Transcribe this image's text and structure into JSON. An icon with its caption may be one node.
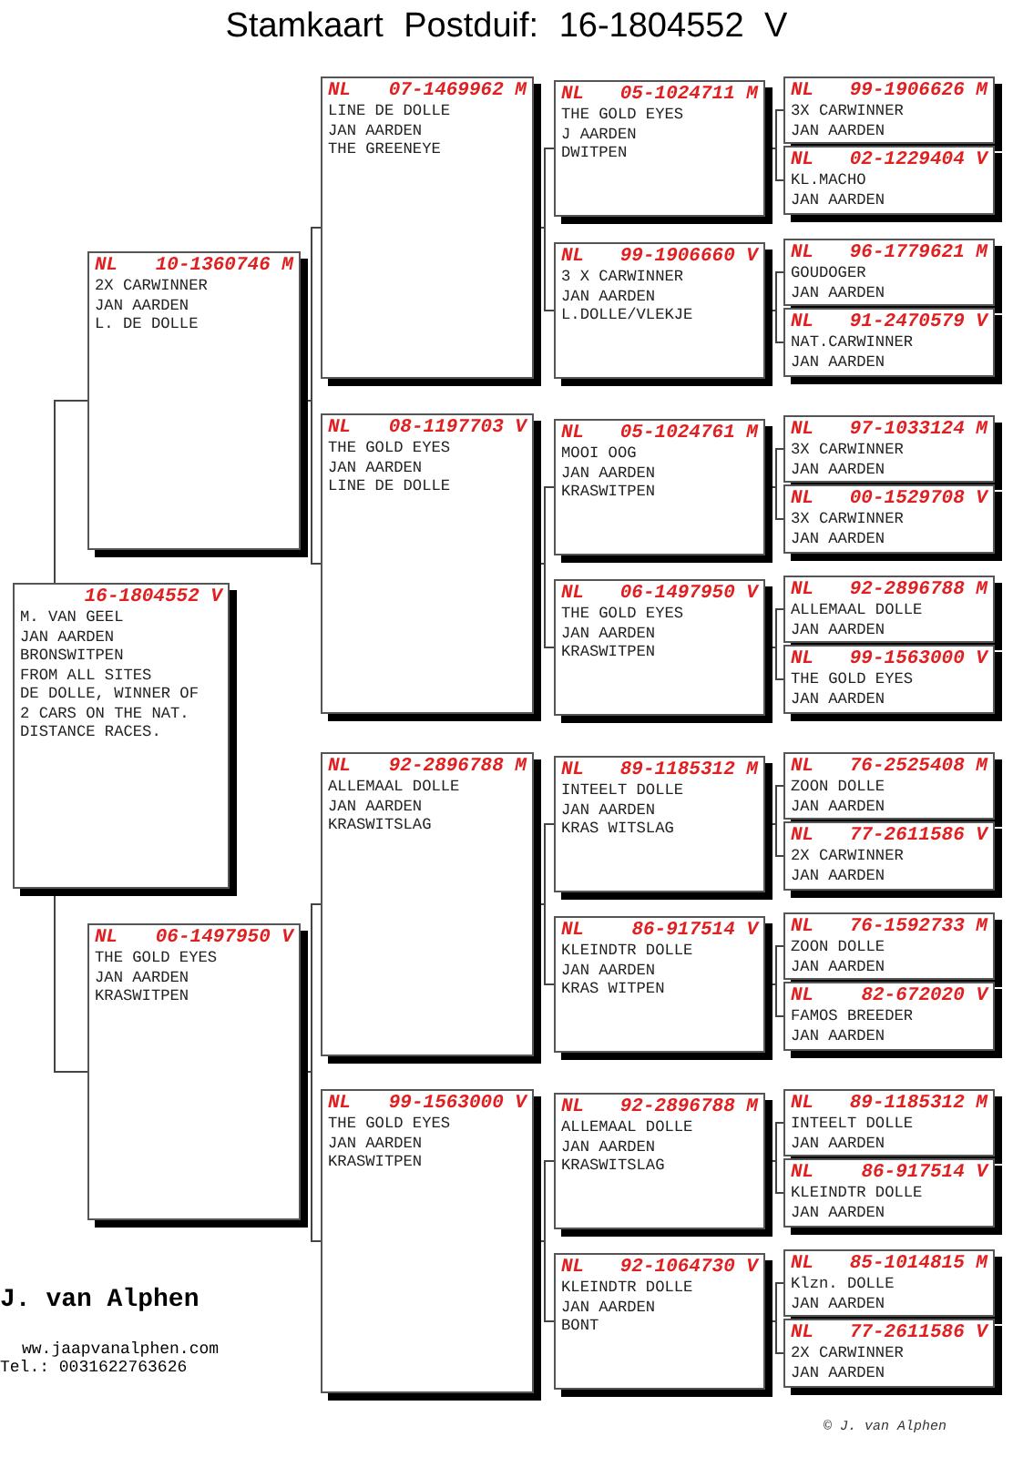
{
  "diagram": {
    "title": "Stamkaart Postduif: 16-1804552 V",
    "nodes": [
      {
        "text": [
          "16-1804552 V",
          "M. VAN GEEL",
          "JAN AARDEN",
          "BRONSWITPEN",
          "FROM ALL SITES",
          "DE DOLLE, WINNER OF",
          "2 CARS ON THE NAT.",
          "DISTANCE RACES."
        ]
      },
      {
        "text": [
          "NL",
          "10-1360746 M",
          "2X CARWINNER",
          "JAN AARDEN",
          "L. DE DOLLE"
        ]
      },
      {
        "text": [
          "NL",
          "06-1497950 V",
          "THE GOLD EYES",
          "JAN AARDEN",
          "KRASWITPEN"
        ]
      },
      {
        "text": [
          "NL",
          "07-1469962 M",
          "LINE DE DOLLE",
          "JAN AARDEN",
          "THE GREENEYE"
        ]
      },
      {
        "text": [
          "NL",
          "08-1197703 V",
          "THE GOLD EYES",
          "JAN AARDEN",
          "LINE DE DOLLE"
        ]
      },
      {
        "text": [
          "NL",
          "92-2896788 M",
          "ALLEMAAL DOLLE",
          "JAN AARDEN",
          "KRASWITSLAG"
        ]
      },
      {
        "text": [
          "NL",
          "99-1563000 V",
          "THE GOLD EYES",
          "JAN AARDEN",
          "KRASWITPEN"
        ]
      },
      {
        "text": [
          "NL",
          "05-1024711 M",
          "THE GOLD EYES",
          "J AARDEN",
          "DWITPEN"
        ]
      },
      {
        "text": [
          "NL",
          "99-1906660 V",
          "3 X CARWINNER",
          "JAN AARDEN",
          "L.DOLLE/VLEKJE"
        ]
      },
      {
        "text": [
          "NL",
          "05-1024761 M",
          "MOOI OOG",
          "JAN AARDEN",
          "KRASWITPEN"
        ]
      },
      {
        "text": [
          "NL",
          "06-1497950 V",
          "THE GOLD EYES",
          "JAN AARDEN",
          "KRASWITPEN"
        ]
      },
      {
        "text": [
          "NL",
          "89-1185312 M",
          "INTEELT DOLLE",
          "JAN AARDEN",
          "KRAS WITSLAG"
        ]
      },
      {
        "text": [
          "NL",
          "86-917514 V",
          "KLEINDTR DOLLE",
          "JAN AARDEN",
          "KRAS WITPEN"
        ]
      },
      {
        "text": [
          "NL",
          "92-2896788 M",
          "ALLEMAAL DOLLE",
          "JAN AARDEN",
          "KRASWITSLAG"
        ]
      },
      {
        "text": [
          "NL",
          "92-1064730 V",
          "KLEINDTR DOLLE",
          "JAN AARDEN",
          "BONT"
        ]
      },
      {
        "text": [
          "NL",
          "99-1906626 M",
          "3X CARWINNER",
          "JAN AARDEN"
        ]
      },
      {
        "text": [
          "NL",
          "02-1229404 V",
          "KL.MACHO",
          "JAN AARDEN"
        ]
      },
      {
        "text": [
          "NL",
          "96-1779621 M",
          "GOUDOGER",
          "JAN AARDEN"
        ]
      },
      {
        "text": [
          "NL",
          "91-2470579 V",
          "NAT.CARWINNER",
          "JAN AARDEN"
        ]
      },
      {
        "text": [
          "NL",
          "97-1033124 M",
          "3X CARWINNER",
          "JAN AARDEN"
        ]
      },
      {
        "text": [
          "NL",
          "00-1529708 V",
          "3X CARWINNER",
          "JAN AARDEN"
        ]
      },
      {
        "text": [
          "NL",
          "92-2896788 M",
          "ALLEMAAL DOLLE",
          "JAN AARDEN"
        ]
      },
      {
        "text": [
          "NL",
          "99-1563000 V",
          "THE GOLD EYES",
          "JAN AARDEN"
        ]
      },
      {
        "text": [
          "NL",
          "76-2525408 M",
          "ZOON DOLLE",
          "JAN AARDEN"
        ]
      },
      {
        "text": [
          "NL",
          "77-2611586 V",
          "2X CARWINNER",
          "JAN AARDEN"
        ]
      },
      {
        "text": [
          "NL",
          "76-1592733 M",
          "ZOON DOLLE",
          "JAN AARDEN"
        ]
      },
      {
        "text": [
          "NL",
          "82-672020 V",
          "FAMOS BREEDER",
          "JAN AARDEN"
        ]
      },
      {
        "text": [
          "NL",
          "89-1185312 M",
          "INTEELT DOLLE",
          "JAN AARDEN"
        ]
      },
      {
        "text": [
          "NL",
          "86-917514 V",
          "KLEINDTR DOLLE",
          "JAN AARDEN"
        ]
      },
      {
        "text": [
          "NL",
          "85-1014815 M",
          "Klzn. DOLLE",
          "JAN AARDEN"
        ]
      },
      {
        "text": [
          "NL",
          "77-2611586 V",
          "2X CARWINNER",
          "JAN AARDEN"
        ]
      }
    ],
    "edges": [
      {
        "from": 0,
        "to": 1,
        "arrow": "none"
      },
      {
        "from": 0,
        "to": 2,
        "arrow": "none"
      },
      {
        "from": 1,
        "to": 3,
        "arrow": "none"
      },
      {
        "from": 1,
        "to": 4,
        "arrow": "none"
      },
      {
        "from": 2,
        "to": 5,
        "arrow": "none"
      },
      {
        "from": 2,
        "to": 6,
        "arrow": "none"
      },
      {
        "from": 3,
        "to": 7,
        "arrow": "none"
      },
      {
        "from": 3,
        "to": 8,
        "arrow": "none"
      },
      {
        "from": 4,
        "to": 9,
        "arrow": "none"
      },
      {
        "from": 4,
        "to": 10,
        "arrow": "none"
      },
      {
        "from": 5,
        "to": 11,
        "arrow": "none"
      },
      {
        "from": 5,
        "to": 12,
        "arrow": "none"
      },
      {
        "from": 6,
        "to": 13,
        "arrow": "none"
      },
      {
        "from": 6,
        "to": 14,
        "arrow": "none"
      },
      {
        "from": 7,
        "to": 15,
        "arrow": "none"
      },
      {
        "from": 7,
        "to": 16,
        "arrow": "none"
      },
      {
        "from": 8,
        "to": 17,
        "arrow": "none"
      },
      {
        "from": 8,
        "to": 18,
        "arrow": "none"
      },
      {
        "from": 9,
        "to": 19,
        "arrow": "none"
      },
      {
        "from": 9,
        "to": 20,
        "arrow": "none"
      },
      {
        "from": 10,
        "to": 21,
        "arrow": "none"
      },
      {
        "from": 10,
        "to": 22,
        "arrow": "none"
      },
      {
        "from": 11,
        "to": 23,
        "arrow": "none"
      },
      {
        "from": 11,
        "to": 24,
        "arrow": "none"
      },
      {
        "from": 12,
        "to": 25,
        "arrow": "none"
      },
      {
        "from": 12,
        "to": 26,
        "arrow": "none"
      },
      {
        "from": 13,
        "to": 27,
        "arrow": "none"
      },
      {
        "from": 13,
        "to": 28,
        "arrow": "none"
      },
      {
        "from": 14,
        "to": 29,
        "arrow": "none"
      },
      {
        "from": 14,
        "to": 30,
        "arrow": "none"
      }
    ],
    "labels": [
      "J. van Alphen",
      "ww.jaapvanalphen.com",
      "Tel.: 0031622763626",
      "© J. van Alphen"
    ]
  }
}
